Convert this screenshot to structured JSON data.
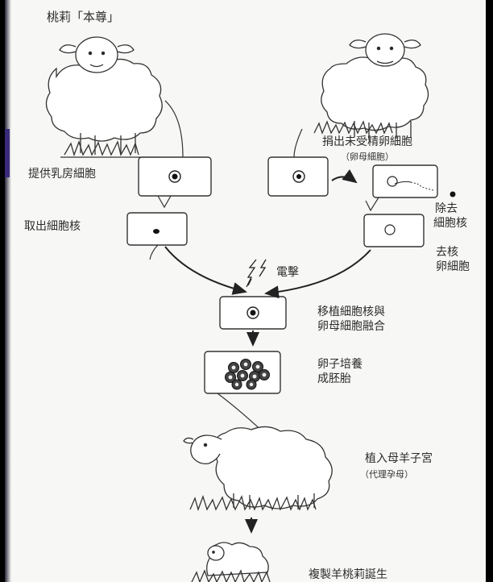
{
  "title": "桃莉「本尊」",
  "labels": {
    "provide_mammary": "提供乳房細胞",
    "extract_nucleus": "取出細胞核",
    "donate_egg": "捐出未受精卵細胞",
    "egg_mother": "（卵母細胞）",
    "remove_nucleus_1": "除去",
    "remove_nucleus_2": "細胞核",
    "enucleated_1": "去核",
    "enucleated_2": "卵細胞",
    "electric_shock": "電擊",
    "fusion_1": "移植細胞核與",
    "fusion_2": "卵母細胞融合",
    "culture_1": "卵子培養",
    "culture_2": "成胚胎",
    "implant": "植入母羊子宮",
    "surrogate": "（代理孕母）",
    "birth": "複製羊桃莉誕生"
  },
  "colors": {
    "background": "#000000",
    "paper": "#f7f7f5",
    "ink": "#2c2c2c"
  }
}
